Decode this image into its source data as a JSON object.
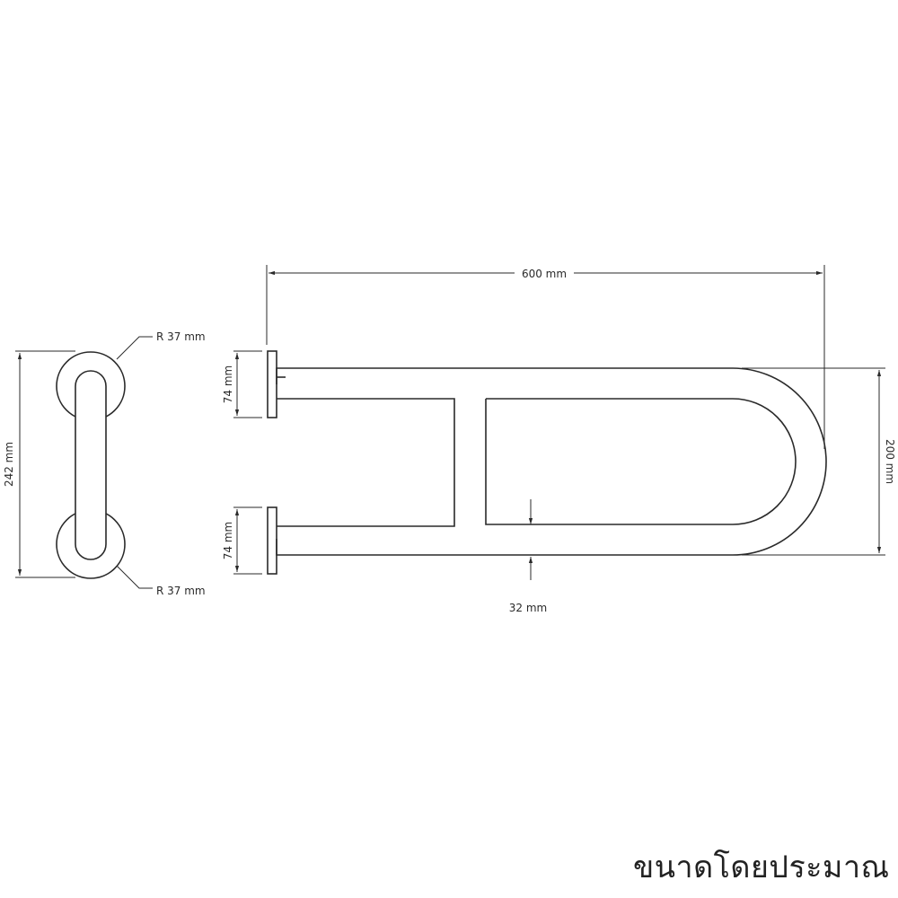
{
  "labels": {
    "width": "600 mm",
    "height": "200 mm",
    "side_height": "242 mm",
    "radius_top": "R 37 mm",
    "radius_bottom": "R 37 mm",
    "mount_top": "74 mm",
    "mount_bottom": "74 mm",
    "tube": "32 mm"
  },
  "note": "ขนาดโดยประมาณ"
}
